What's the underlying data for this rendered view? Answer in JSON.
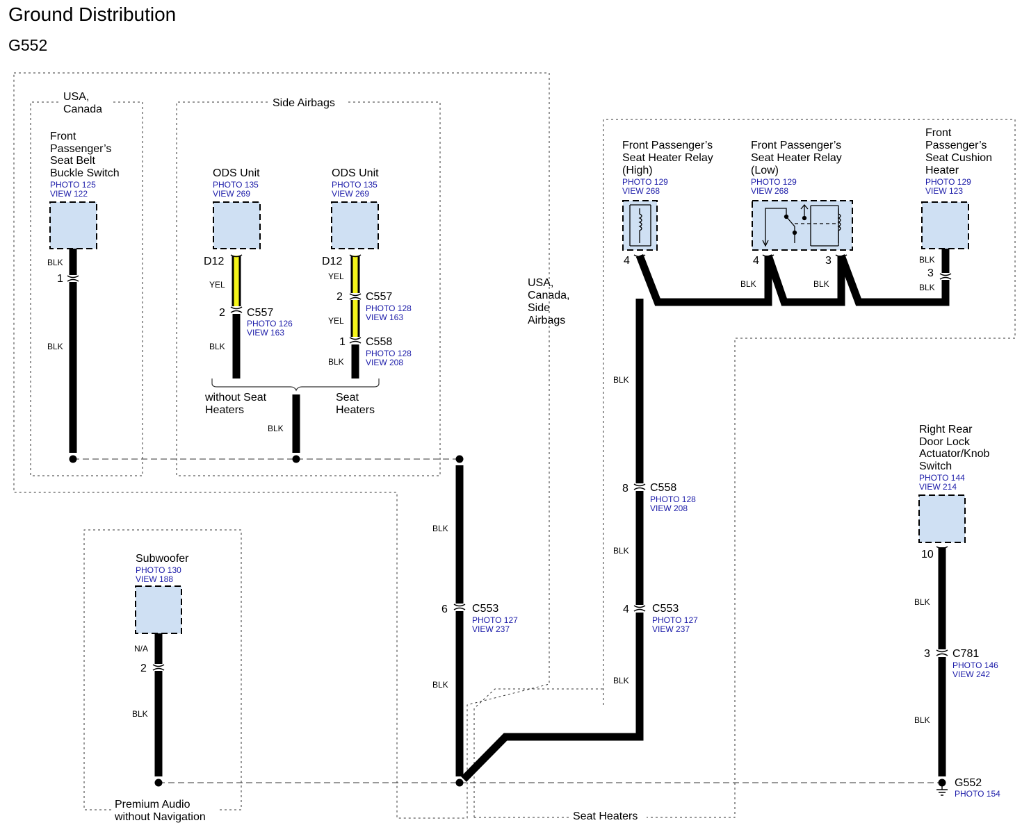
{
  "title": "Ground Distribution",
  "subtitle": "G552",
  "colors": {
    "component_fill": "#cfe0f3",
    "ref_text": "#1a1aa8",
    "yel_wire": "#f5f51a",
    "blk_wire": "#000000"
  },
  "groups": {
    "usa_canada": [
      "USA,",
      "Canada"
    ],
    "side_airbags": "Side Airbags",
    "usa_canada_side_airbags": [
      "USA,",
      "Canada,",
      "Side",
      "Airbags"
    ],
    "without_seat_heaters": [
      "without Seat",
      "Heaters"
    ],
    "seat_heaters_branch": [
      "Seat",
      "Heaters"
    ],
    "premium_audio": [
      "Premium Audio",
      "without Navigation"
    ],
    "seat_heaters": "Seat Heaters"
  },
  "components": {
    "buckle": {
      "name": [
        "Front",
        "Passenger’s",
        "Seat Belt",
        "Buckle Switch"
      ],
      "photo": "PHOTO 125",
      "view": "VIEW 122"
    },
    "ods1": {
      "name": [
        "ODS Unit"
      ],
      "photo": "PHOTO 135",
      "view": "VIEW 269"
    },
    "ods2": {
      "name": [
        "ODS Unit"
      ],
      "photo": "PHOTO 135",
      "view": "VIEW 269"
    },
    "relay_high": {
      "name": [
        "Front Passenger’s",
        "Seat Heater Relay",
        "(High)"
      ],
      "photo": "PHOTO 129",
      "view": "VIEW 268"
    },
    "relay_low": {
      "name": [
        "Front Passenger’s",
        "Seat Heater Relay",
        "(Low)"
      ],
      "photo": "PHOTO 129",
      "view": "VIEW 268"
    },
    "cushion": {
      "name": [
        "Front",
        "Passenger’s",
        "Seat Cushion",
        "Heater"
      ],
      "photo": "PHOTO 129",
      "view": "VIEW 123"
    },
    "subwoofer": {
      "name": [
        "Subwoofer"
      ],
      "photo": "PHOTO 130",
      "view": "VIEW 188"
    },
    "door_lock": {
      "name": [
        "Right Rear",
        "Door Lock",
        "Actuator/Knob",
        "Switch"
      ],
      "photo": "PHOTO 144",
      "view": "VIEW 214"
    }
  },
  "connectors": {
    "c557_left": {
      "name": "C557",
      "photo": "PHOTO 126",
      "view": "VIEW 163"
    },
    "c557_right": {
      "name": "C557",
      "photo": "PHOTO 128",
      "view": "VIEW 163"
    },
    "c558_right": {
      "name": "C558",
      "photo": "PHOTO 128",
      "view": "VIEW 208"
    },
    "c553_center": {
      "name": "C553",
      "photo": "PHOTO 127",
      "view": "VIEW 237"
    },
    "c558_relay": {
      "name": "C558",
      "photo": "PHOTO 128",
      "view": "VIEW 208"
    },
    "c553_relay": {
      "name": "C553",
      "photo": "PHOTO 127",
      "view": "VIEW 237"
    },
    "c781": {
      "name": "C781",
      "photo": "PHOTO 146",
      "view": "VIEW 242"
    }
  },
  "ground": {
    "name": "G552",
    "photo": "PHOTO 154"
  },
  "pins": {
    "buckle": "1",
    "ods1_conn": "D12",
    "ods2_conn": "D12",
    "c557_left": "2",
    "c557_right": "2",
    "c558_right": "1",
    "c553_center": "6",
    "relay_high": "4",
    "relay_low_a": "4",
    "relay_low_b": "3",
    "cushion": "3",
    "c558_relay": "8",
    "c553_relay": "4",
    "subwoofer": "2",
    "door_lock": "10",
    "c781": "3"
  },
  "wire_colors": {
    "blk": "BLK",
    "yel": "YEL",
    "na": "N/A"
  }
}
